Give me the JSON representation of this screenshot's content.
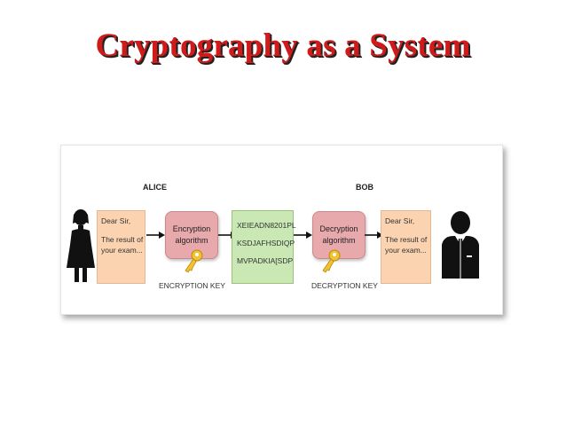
{
  "slide": {
    "title": "Cryptography as a System"
  },
  "diagram": {
    "alice_label": "ALICE",
    "bob_label": "BOB",
    "plaintext_in": [
      "Dear Sir,",
      "The result of",
      "your exam..."
    ],
    "encryption_algo": [
      "Encryption",
      "algorithm"
    ],
    "ciphertext": [
      "XEIEADN8201PL",
      "KSDJAFHSDIQP",
      "MVPADKIA[SDP"
    ],
    "decryption_algo": [
      "Decryption",
      "algorithm"
    ],
    "plaintext_out": [
      "Dear Sir,",
      "The result of",
      "your exam..."
    ],
    "encryption_key_label": "ENCRYPTION KEY",
    "decryption_key_label": "DECRYPTION KEY"
  },
  "colors": {
    "title": "#d11a1a",
    "message": "#fbd3b0",
    "algorithm": "#e8a9ad",
    "ciphertext": "#c9e8b4",
    "key": "#f2c230",
    "person": "#111111"
  },
  "icons": [
    "alice-person-icon",
    "bob-person-icon",
    "encryption-key-icon",
    "decryption-key-icon",
    "arrow-icon"
  ]
}
